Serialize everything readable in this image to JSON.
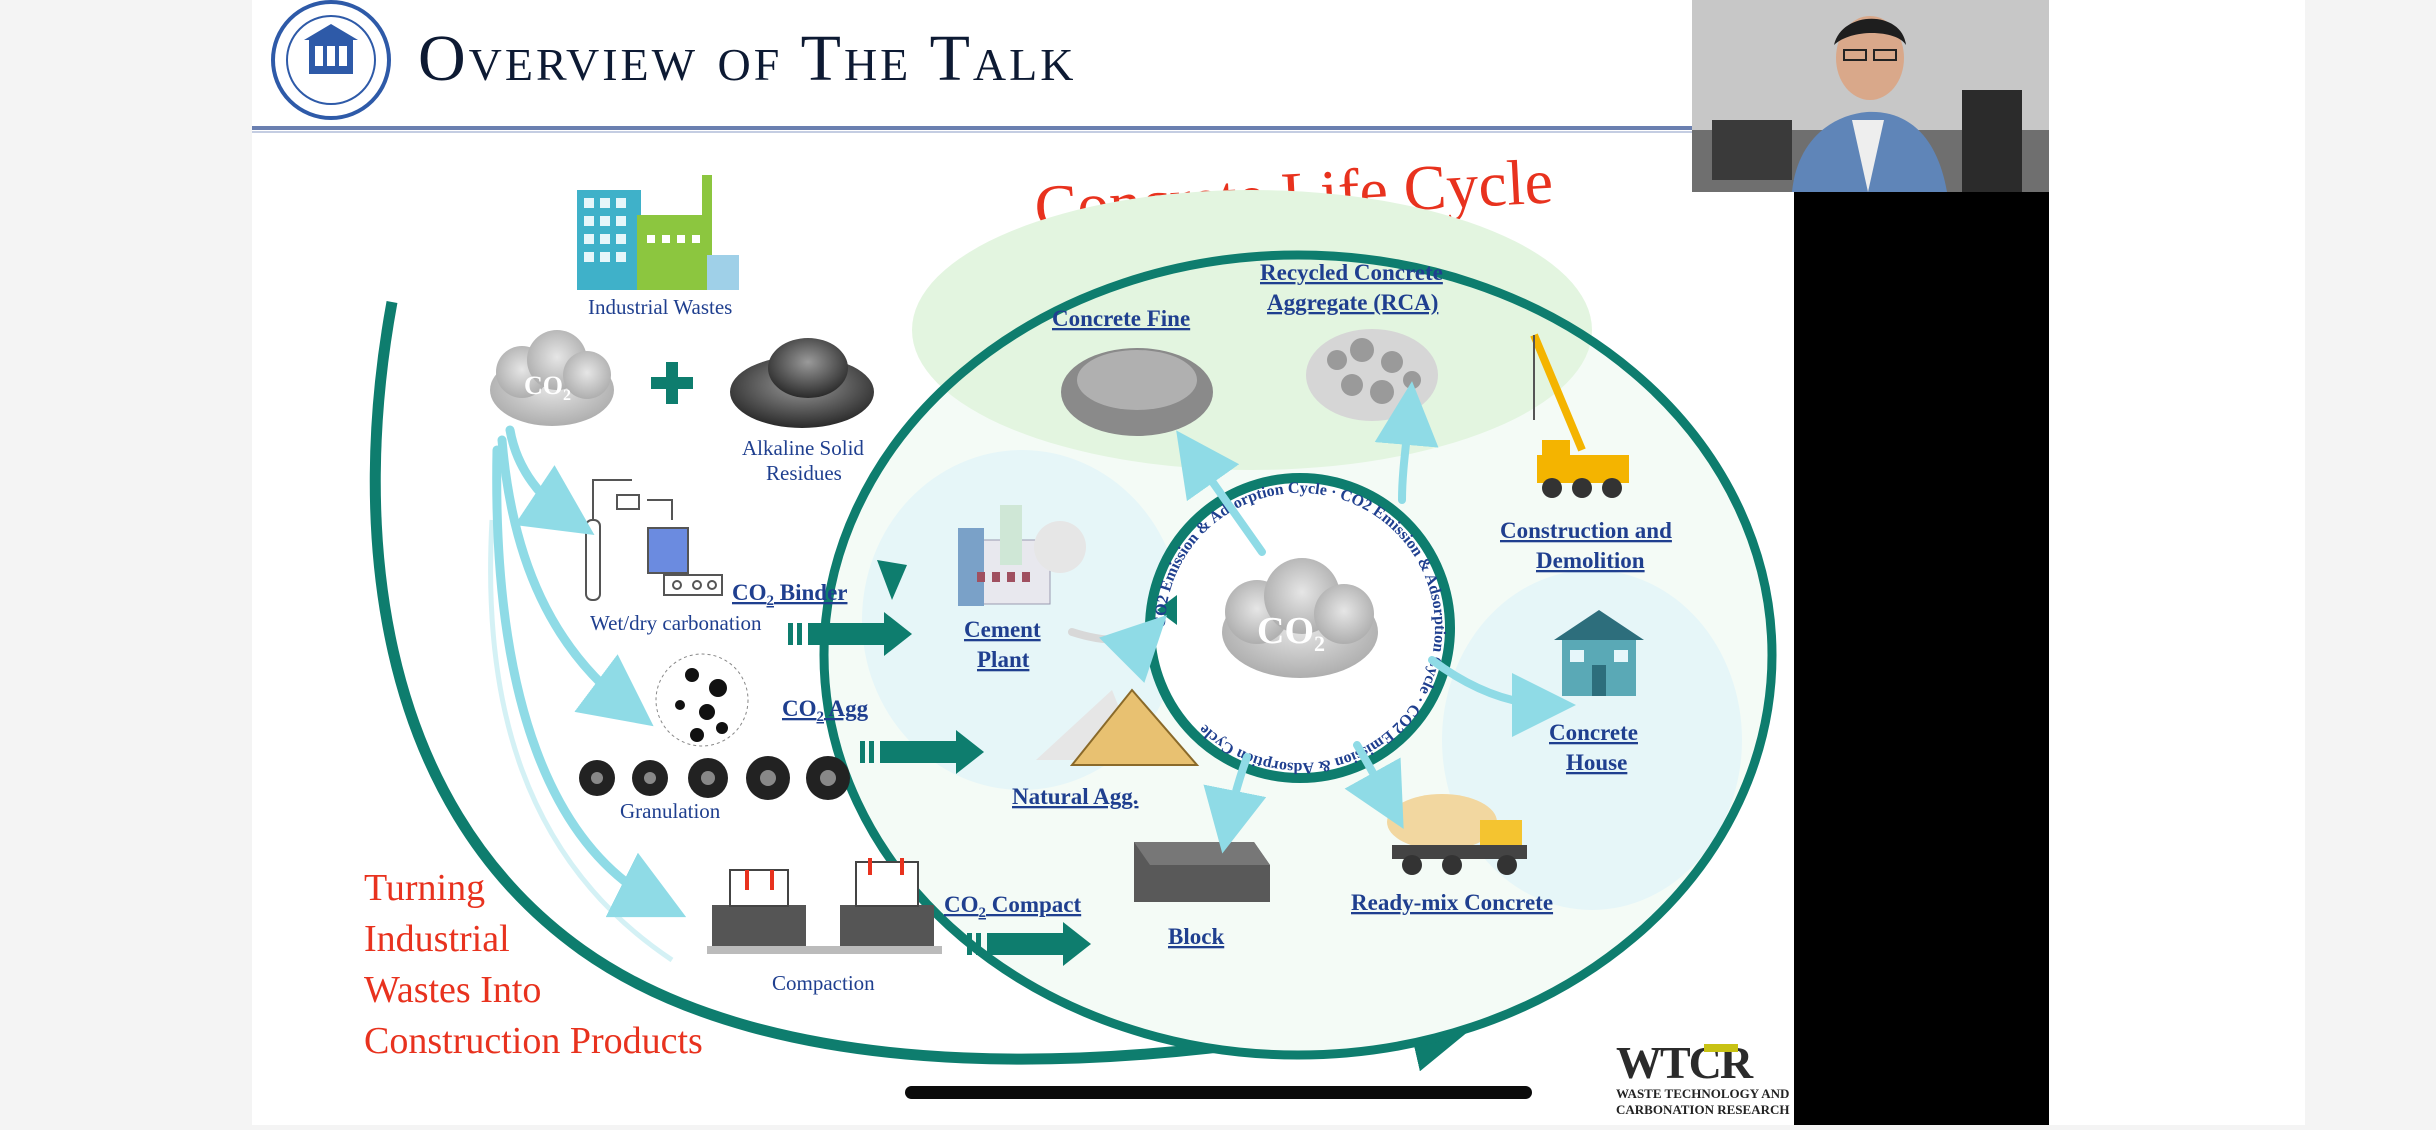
{
  "slide": {
    "title": "Overview of The Talk",
    "university_logo": "university-seal",
    "diagram_title": "Concrete Life Cycle",
    "left_items": {
      "industrial_wastes": "Industrial Wastes",
      "co2_cloud": "CO",
      "co2_sub": "2",
      "alkaline_line1": "Alkaline Solid",
      "alkaline_line2": "Residues",
      "wet_dry": "Wet/dry carbonation",
      "granulation": "Granulation",
      "compaction": "Compaction"
    },
    "links": {
      "co2_binder_pre": "CO",
      "co2_binder_sub": "2",
      "co2_binder_post": " Binder",
      "co2_agg_pre": "CO",
      "co2_agg_sub": "2",
      "co2_agg_post": " Agg",
      "co2_compact_pre": "CO",
      "co2_compact_sub": "2",
      "co2_compact_post": " Compact",
      "concrete_fine": "Concrete Fine",
      "rca_line1": "Recycled Concrete",
      "rca_line2": "Aggregate (RCA)",
      "cnd_line1": "Construction and",
      "cnd_line2": "Demolition",
      "house_line1": "Concrete",
      "house_line2": "House",
      "ready_mix": "Ready-mix Concrete",
      "block": "Block",
      "natural_agg": "Natural Agg.",
      "cement_line1": "Cement",
      "cement_line2": "Plant"
    },
    "center": {
      "co2": "CO",
      "co2_sub": "2",
      "ring_text": "CO2 Emission & Adsorption Cycle · CO2 Emission & Adsorption Cycle · CO2 Emission & Adsorption Cycle"
    },
    "bottom_tagline": [
      "Turning",
      "Industrial",
      "Wastes Into",
      "Construction Products"
    ],
    "wtcr_logo": "WTCR",
    "wtcr_line1": "WASTE TECHNOLOGY AND",
    "wtcr_line2": "CARBONATION RESEARCH"
  },
  "colors": {
    "teal": "#0e7d6e",
    "link_blue": "#1f3f8f",
    "red": "#e8321e",
    "title_navy": "#0d1a33",
    "light_cyan": "#8fdbe6",
    "pale_green": "#e3f5e0"
  }
}
